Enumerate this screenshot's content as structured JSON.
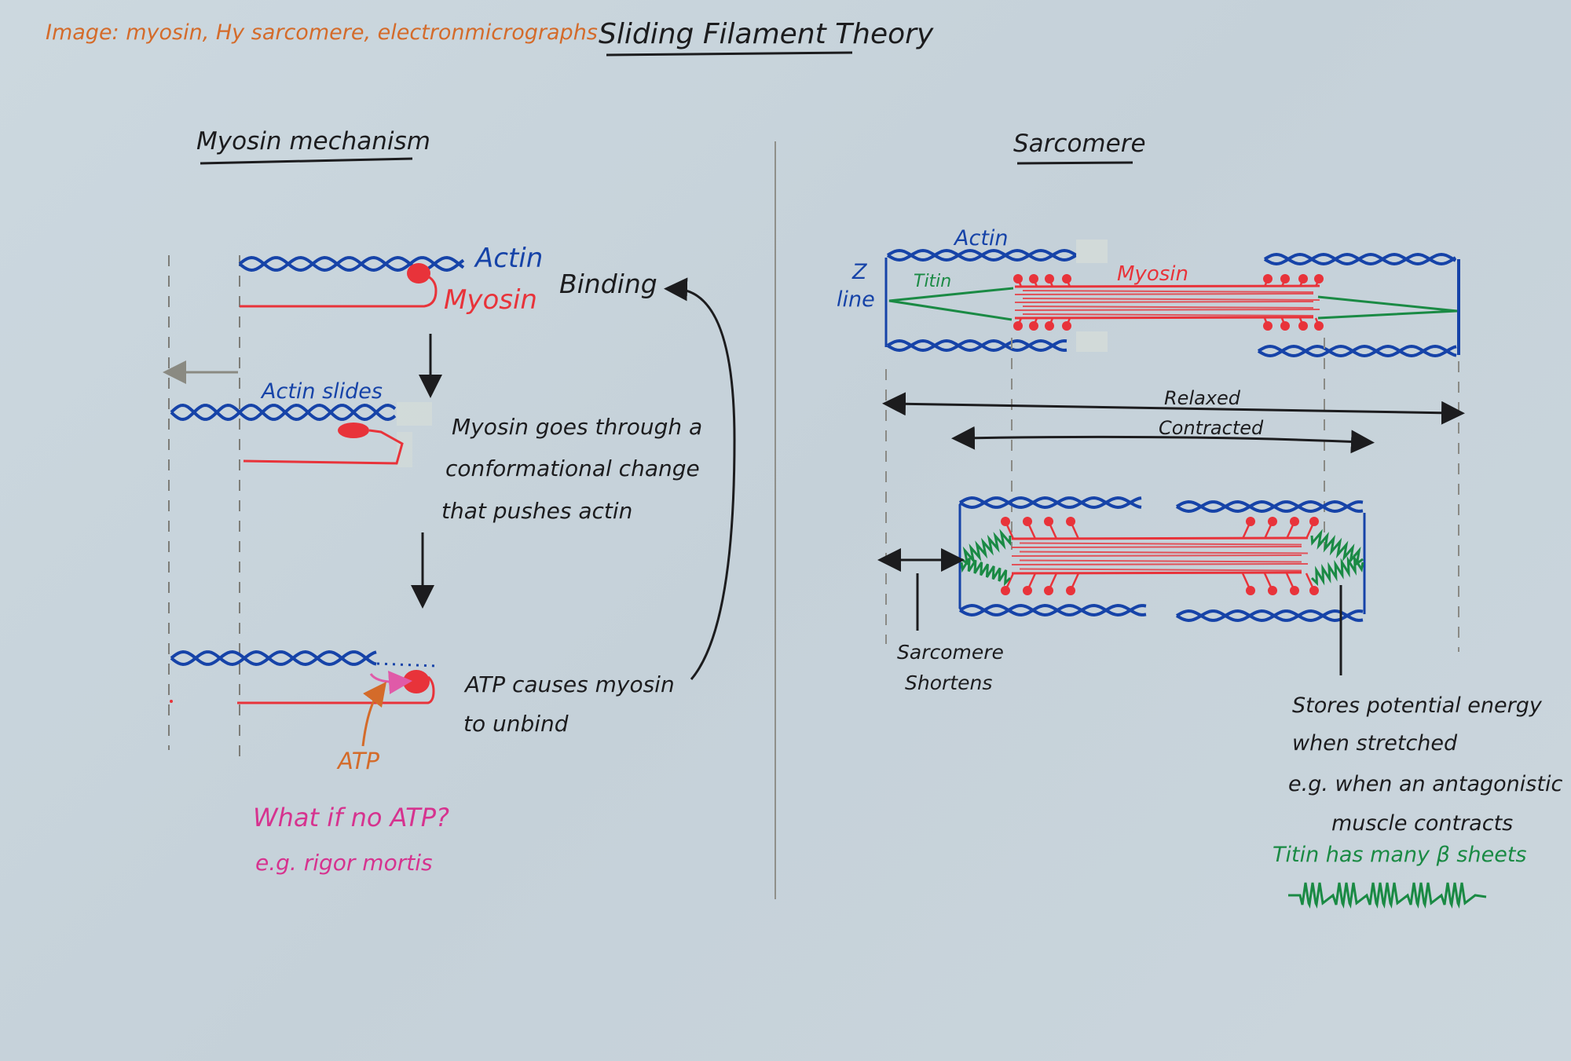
{
  "header": {
    "image_note": "Image: myosin, Hy sarcomere, electronmicrographs",
    "title": "Sliding Filament Theory"
  },
  "myosin_mechanism": {
    "heading": "Myosin mechanism",
    "step1": {
      "actin_label": "Actin",
      "myosin_label": "Myosin",
      "caption": "Binding"
    },
    "step2": {
      "actin_label": "Actin slides",
      "caption_lines": [
        "Myosin goes through a",
        "conformational change",
        "that pushes actin"
      ]
    },
    "step3": {
      "caption_lines": [
        "ATP causes myosin",
        "to unbind"
      ],
      "atp_label": "ATP",
      "question_lines": [
        "What if no ATP?",
        "e.g. rigor mortis"
      ]
    }
  },
  "sarcomere": {
    "heading": "Sarcomere",
    "labels": {
      "actin": "Actin",
      "z_line": [
        "Z",
        "line"
      ],
      "titin": "Titin",
      "myosin": "Myosin"
    },
    "lengths": {
      "relaxed": "Relaxed",
      "contracted": "Contracted"
    },
    "shortens_lines": [
      "Sarcomere",
      "Shortens"
    ],
    "titin_note_lines": [
      "Stores potential energy",
      "when stretched",
      "e.g. when an antagonistic",
      "muscle contracts"
    ],
    "titin_fact": "Titin has many β sheets"
  },
  "colors": {
    "ink": "#1c1c1e",
    "actin": "#1643a8",
    "myosin": "#e8333a",
    "titin": "#1a8a44",
    "atp": "#d46b2a",
    "question": "#d6338f",
    "paper": "#c9d5dc"
  }
}
